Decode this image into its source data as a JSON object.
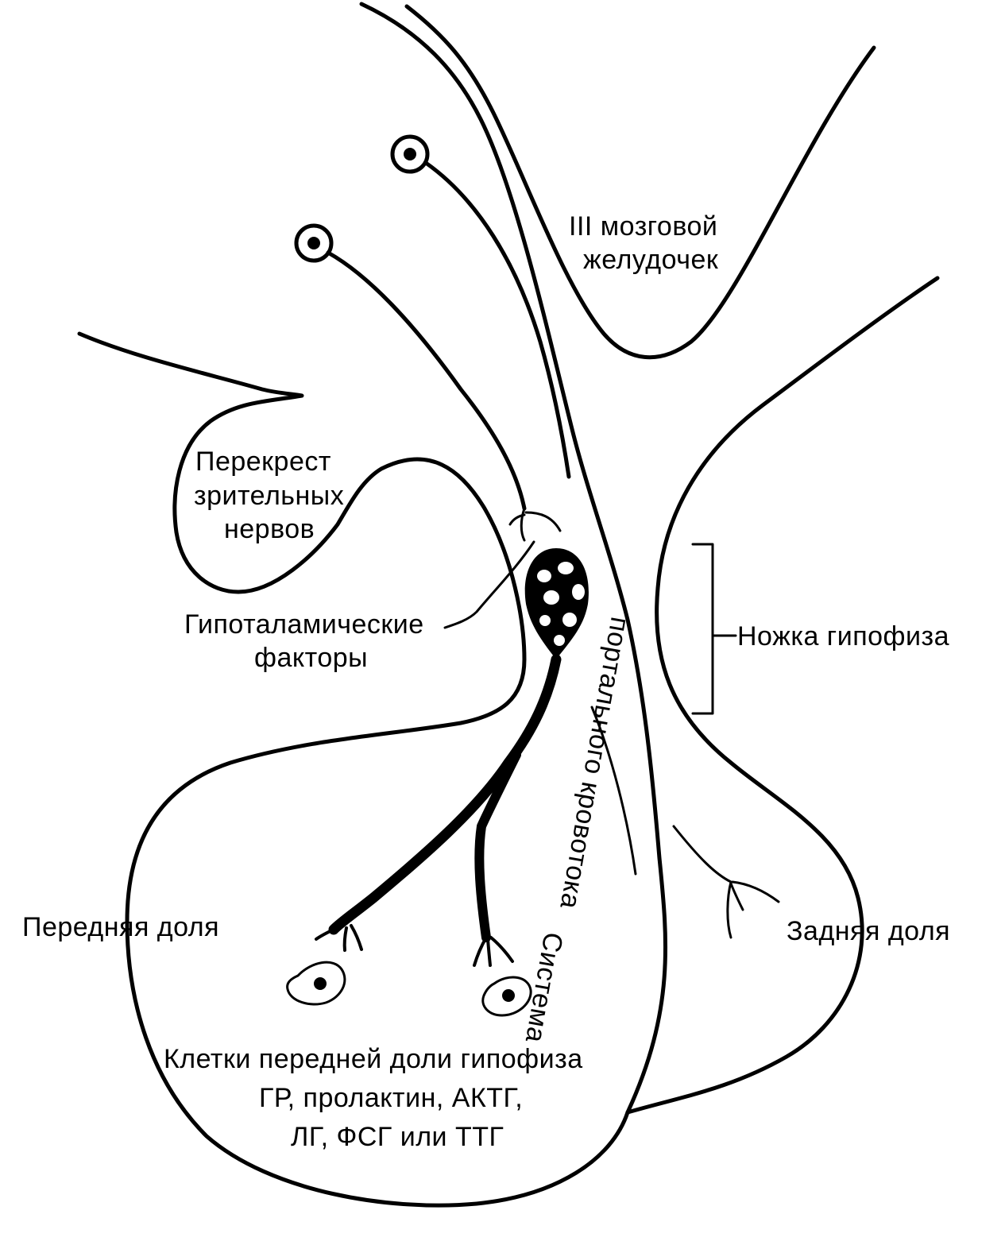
{
  "labels": {
    "third_ventricle": [
      "III мозговой",
      "желудочек"
    ],
    "optic_chiasm": [
      "Перекрест",
      "зрительных",
      "нервов"
    ],
    "hypothalamic_factors": [
      "Гипоталамические",
      "факторы"
    ],
    "pituitary_stalk": "Ножка гипофиза",
    "portal_system": [
      "Система",
      "портального кровотока"
    ],
    "anterior_lobe": "Передняя доля",
    "posterior_lobe": "Задняя доля",
    "anterior_cells": [
      "Клетки передней доли гипофиза",
      "ГР, пролактин, АКТГ,",
      "ЛГ, ФСГ или ТТГ"
    ]
  }
}
